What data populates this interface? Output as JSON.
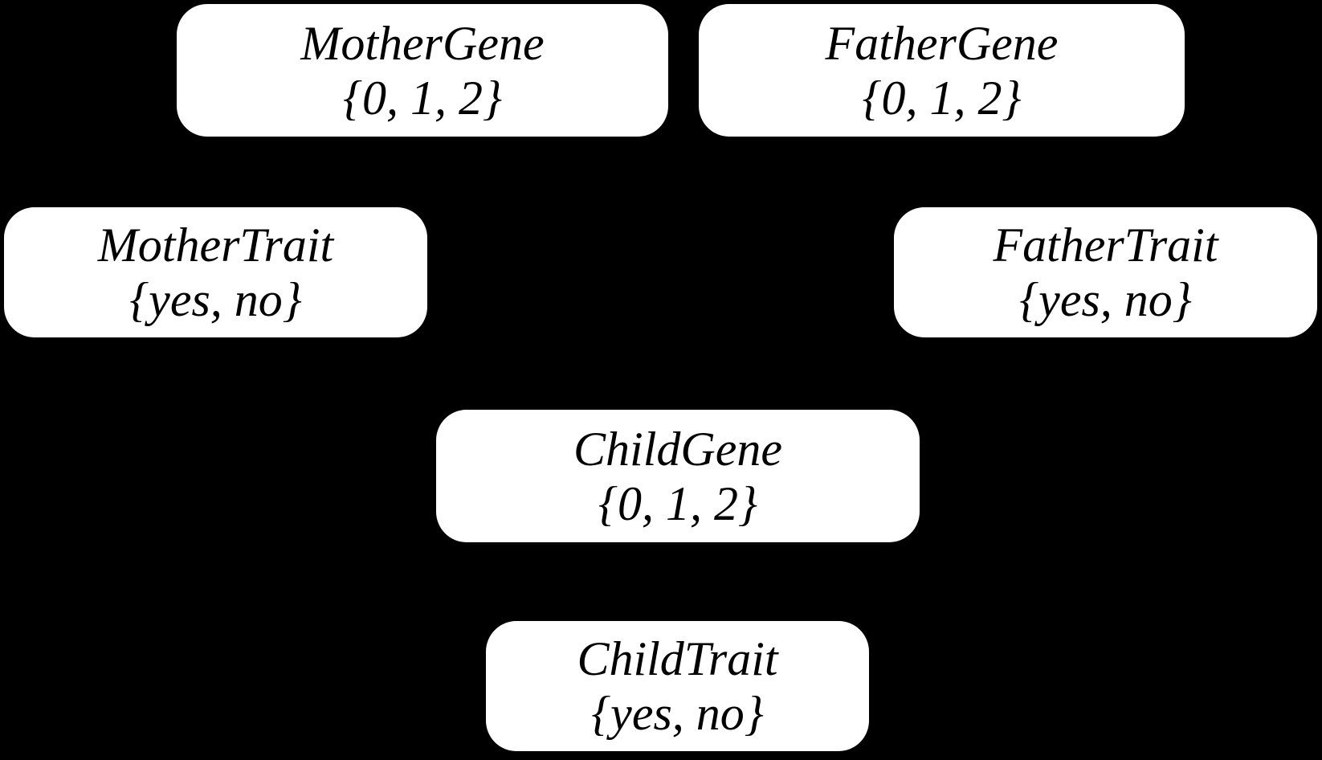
{
  "diagram": {
    "kind": "bayesian-network",
    "colors": {
      "background": "#000000",
      "node_fill": "#ffffff",
      "node_text": "#000000"
    },
    "nodes": [
      {
        "id": "mother-gene",
        "label": "MotherGene",
        "values": "{0, 1, 2}"
      },
      {
        "id": "father-gene",
        "label": "FatherGene",
        "values": "{0, 1, 2}"
      },
      {
        "id": "mother-trait",
        "label": "MotherTrait",
        "values": "{yes, no}"
      },
      {
        "id": "father-trait",
        "label": "FatherTrait",
        "values": "{yes, no}"
      },
      {
        "id": "child-gene",
        "label": "ChildGene",
        "values": "{0, 1, 2}"
      },
      {
        "id": "child-trait",
        "label": "ChildTrait",
        "values": "{yes, no}"
      }
    ]
  }
}
